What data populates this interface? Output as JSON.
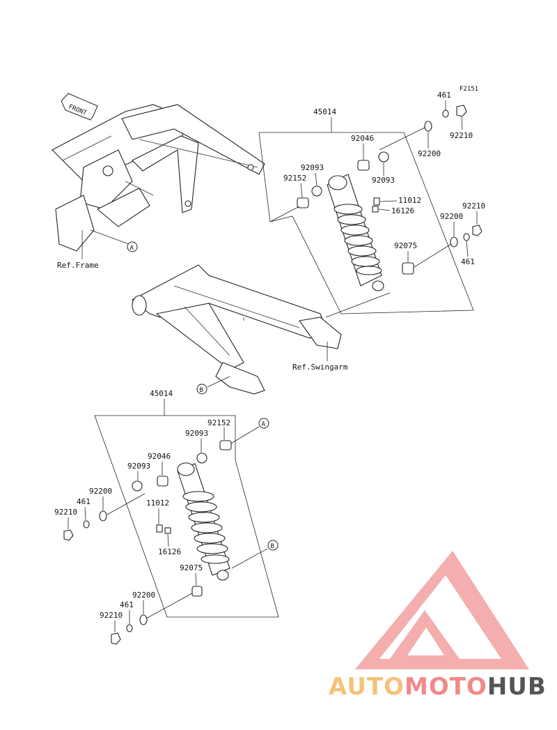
{
  "diagram_id": "F2151",
  "front_label": "FRONT",
  "callouts": {
    "a": "A",
    "b": "B"
  },
  "refs": {
    "frame": "Ref.Frame",
    "swingarm": "Ref.Swingarm"
  },
  "upper_assembly": {
    "assembly": "45014",
    "p461": "461",
    "p92210": "92210",
    "p92200": "92200",
    "p92046": "92046",
    "p92093a": "92093",
    "p92093b": "92093",
    "p92152": "92152",
    "p11012": "11012",
    "p16126": "16126",
    "p92200b": "92200",
    "p92210b": "92210",
    "p461b": "461",
    "p92075": "92075"
  },
  "lower_assembly": {
    "assembly": "45014",
    "p92152": "92152",
    "p92093a": "92093",
    "p92046": "92046",
    "p92093b": "92093",
    "p92200": "92200",
    "p461": "461",
    "p92210": "92210",
    "p11012": "11012",
    "p16126": "16126",
    "p92075": "92075",
    "p92200b": "92200",
    "p461b": "461",
    "p92210b": "92210"
  },
  "watermark": {
    "part1": "AUTO",
    "part2": "MOTO",
    "part3": "HUB",
    "color1": "#f5c27a",
    "color2": "#f08a8a",
    "color3": "#555555"
  }
}
